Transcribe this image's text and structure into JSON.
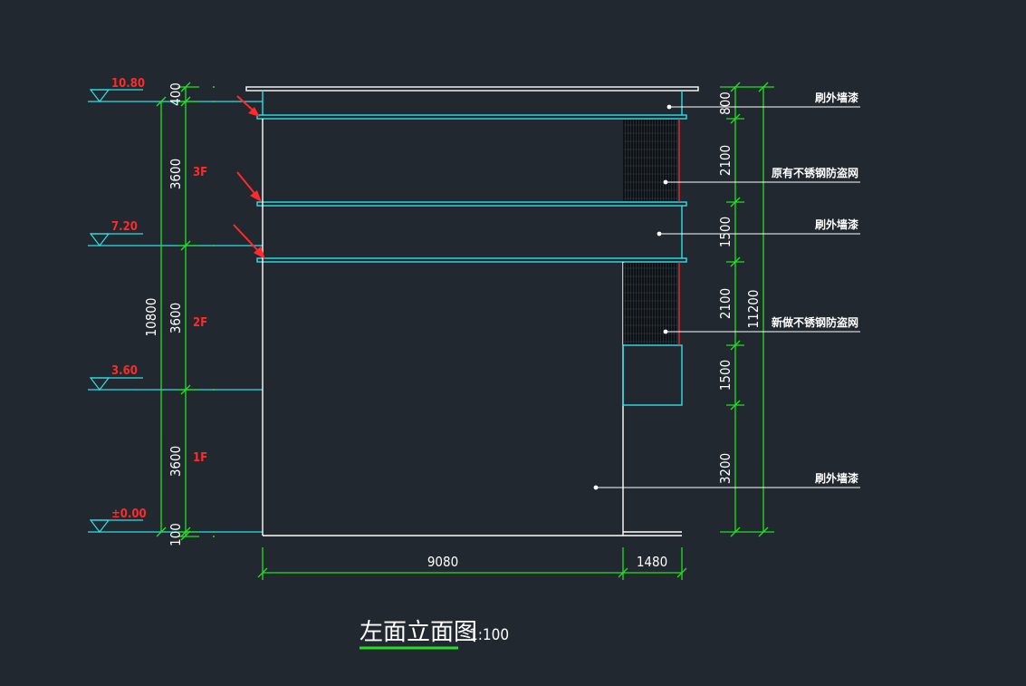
{
  "title": "左面立面图",
  "scale": "1:100",
  "levels": [
    "10.80",
    "7.20",
    "3.60",
    "±0.00"
  ],
  "floors": [
    "3F",
    "2F",
    "1F"
  ],
  "left_dims": {
    "total": "10800",
    "segments": [
      "400",
      "3600",
      "3600",
      "3600",
      "100"
    ]
  },
  "bottom_dims": [
    "9080",
    "1480"
  ],
  "right_dims": {
    "total": "11200",
    "segments": [
      "800",
      "2100",
      "1500",
      "2100",
      "1500",
      "3200"
    ]
  },
  "notes": [
    "刷外墙漆",
    "原有不锈钢防盗网",
    "刷外墙漆",
    "新做不锈钢防盗网",
    "刷外墙漆"
  ],
  "colors": {
    "background": "#212830",
    "dimension": "#22e022",
    "outline": "#ffffff",
    "slab": "#2ee0e6",
    "level_text": "#ff2a2a",
    "arrow": "#ff2a2a"
  },
  "icons": [
    "level-marker-icon",
    "red-arrow-icon",
    "grille-hatch-icon"
  ]
}
